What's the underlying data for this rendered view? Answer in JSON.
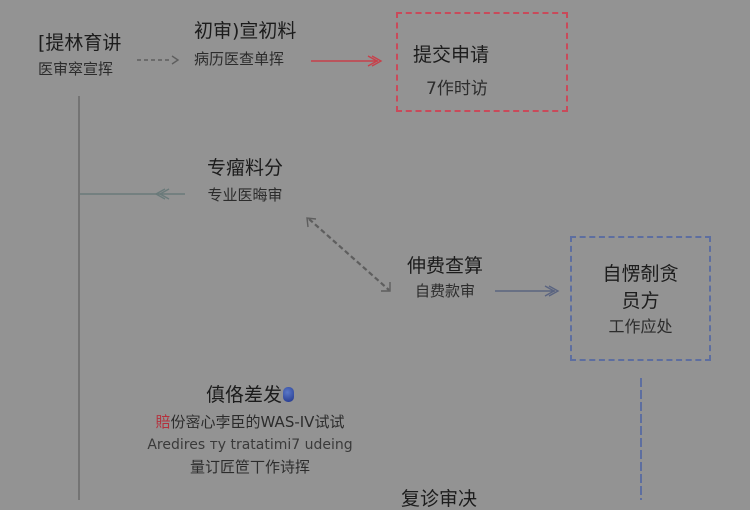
{
  "diagram": {
    "nodes": {
      "start": {
        "title": "[提林育讲",
        "subtitle": "医审窣宣挥"
      },
      "initial_review": {
        "title": "初审)宣初料",
        "subtitle": "病历医查单挥"
      },
      "submit": {
        "title": "提交申请",
        "subtitle": "7作时访",
        "border_color": "#c94a5a"
      },
      "specialist": {
        "title": "专瘤料分",
        "subtitle": "专业医晦审"
      },
      "fee_check": {
        "title": "伸费查算",
        "subtitle": "自费款审"
      },
      "self_pay": {
        "line1": "自愣剞贪",
        "line2": "员方",
        "line3": "工作应处",
        "border_color": "#5d6ea0"
      },
      "report": {
        "title": "傎佫差发",
        "line1_prefix": "賠",
        "line1_rest": "份宻心孛臣的WAS-IV试试",
        "line2": "Aredires ту tratatimi7 udeing",
        "line3": "量订匠笸丅作诗挥",
        "icon": "pin-icon"
      },
      "final": {
        "title": "复诊审决"
      }
    },
    "edge_colors": {
      "gray": "#5e5e5e",
      "red": "#c8404a",
      "teal": "#6a7a7a",
      "blue": "#5d6ea0"
    }
  }
}
